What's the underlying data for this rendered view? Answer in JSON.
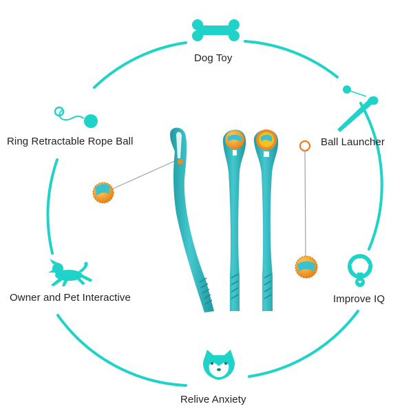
{
  "labels": {
    "dog_toy": "Dog Toy",
    "ring_rope_ball": "Ring Retractable Rope Ball",
    "ball_launcher": "Ball Launcher",
    "owner_pet": "Owner and Pet  Interactive",
    "improve_iq": "Improve IQ",
    "relive_anxiety": "Relive Anxiety"
  },
  "icons": {
    "top": "bone-icon",
    "upper_left": "rope-ball-icon",
    "upper_right": "ball-launcher-icon",
    "lower_left": "running-dog-icon",
    "lower_right": "dog-collar-icon",
    "bottom": "shiba-dog-face-icon"
  },
  "colors": {
    "accent": "#1fd3c8",
    "product_teal": "#2ab7bd",
    "ball_orange": "#f08a24",
    "ball_yellow": "#f4c21f",
    "ball_teal": "#3cc2cc",
    "text": "#222222"
  }
}
